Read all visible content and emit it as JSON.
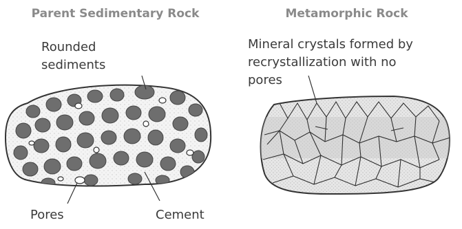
{
  "left": {
    "title": "Parent Sedimentary Rock",
    "labels": {
      "rounded_sediments": "Rounded\nsediments",
      "pores": "Pores",
      "cement": "Cement"
    }
  },
  "right": {
    "title": "Metamorphic Rock",
    "labels": {
      "crystals": "Mineral crystals formed by\nrecrystallization with no\npores"
    }
  }
}
